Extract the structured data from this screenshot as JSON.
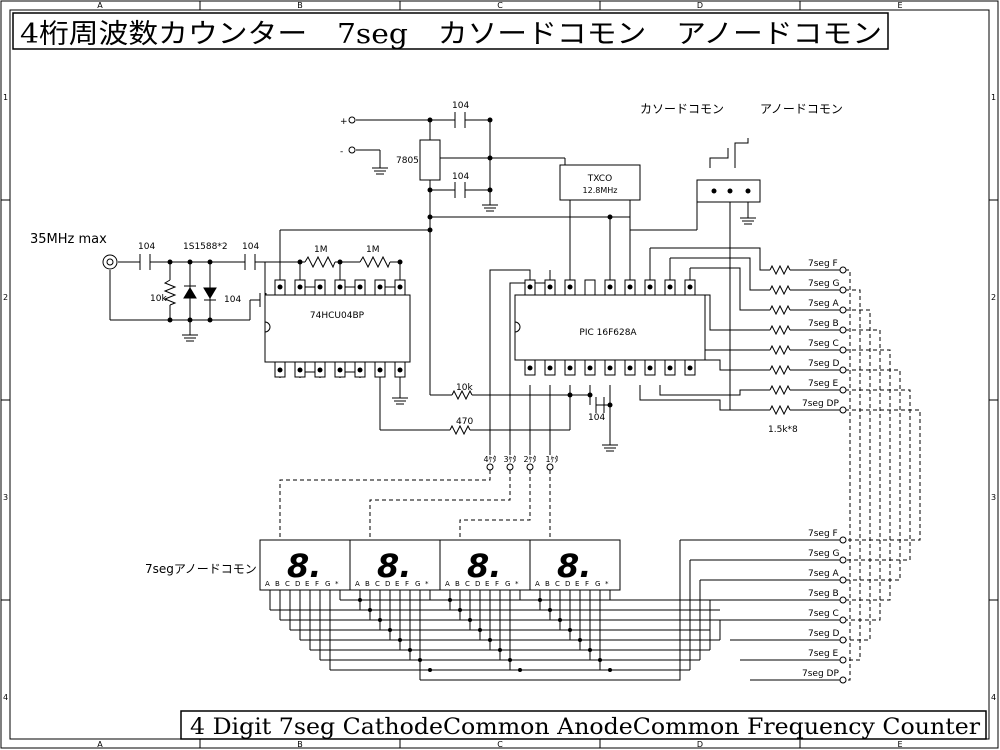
{
  "title_jp": "4桁周波数カウンター　7seg　カソードコモン　アノードコモン",
  "title_en": "4 Digit 7seg CathodeCommon AnodeCommon Frequency Counter",
  "border": {
    "cols": [
      "A",
      "B",
      "C",
      "D",
      "E"
    ],
    "rows": [
      "1",
      "2",
      "3",
      "4"
    ]
  },
  "power": {
    "plus": "+",
    "minus": "-",
    "regulator": "7805",
    "cap_top": "104",
    "cap_mid": "104"
  },
  "txco": {
    "name": "TXCO",
    "freq": "12.8MHz"
  },
  "input": {
    "label": "35MHz max",
    "cap1": "104",
    "diode": "1S1588*2",
    "cap2": "104",
    "r_bias": "10k",
    "cap3": "104"
  },
  "feedback": {
    "r1": "1M",
    "r2": "1M"
  },
  "ic1": {
    "name": "74HCU04BP"
  },
  "ic2": {
    "name": "PIC 16F628A"
  },
  "misc": {
    "r10k": "10k",
    "r470": "470",
    "cap_pic": "104"
  },
  "jumper": {
    "cathode": "カソードコモン",
    "anode": "アノードコモン"
  },
  "seg_resistor": "1.5k*8",
  "seg_labels_top": [
    "7seg F",
    "7seg G",
    "7seg A",
    "7seg B",
    "7seg C",
    "7seg D",
    "7seg E",
    "7seg DP"
  ],
  "seg_labels_bottom": [
    "7seg F",
    "7seg G",
    "7seg A",
    "7seg B",
    "7seg C",
    "7seg D",
    "7seg E",
    "7seg DP"
  ],
  "digits": [
    "4ｹﾀ",
    "3ｹﾀ",
    "2ｹﾀ",
    "1ｹﾀ"
  ],
  "display_label": "7segアノードコモン",
  "digit_glyph": "8.",
  "pin_letters": [
    "A",
    "B",
    "C",
    "D",
    "E",
    "F",
    "G",
    "*"
  ]
}
